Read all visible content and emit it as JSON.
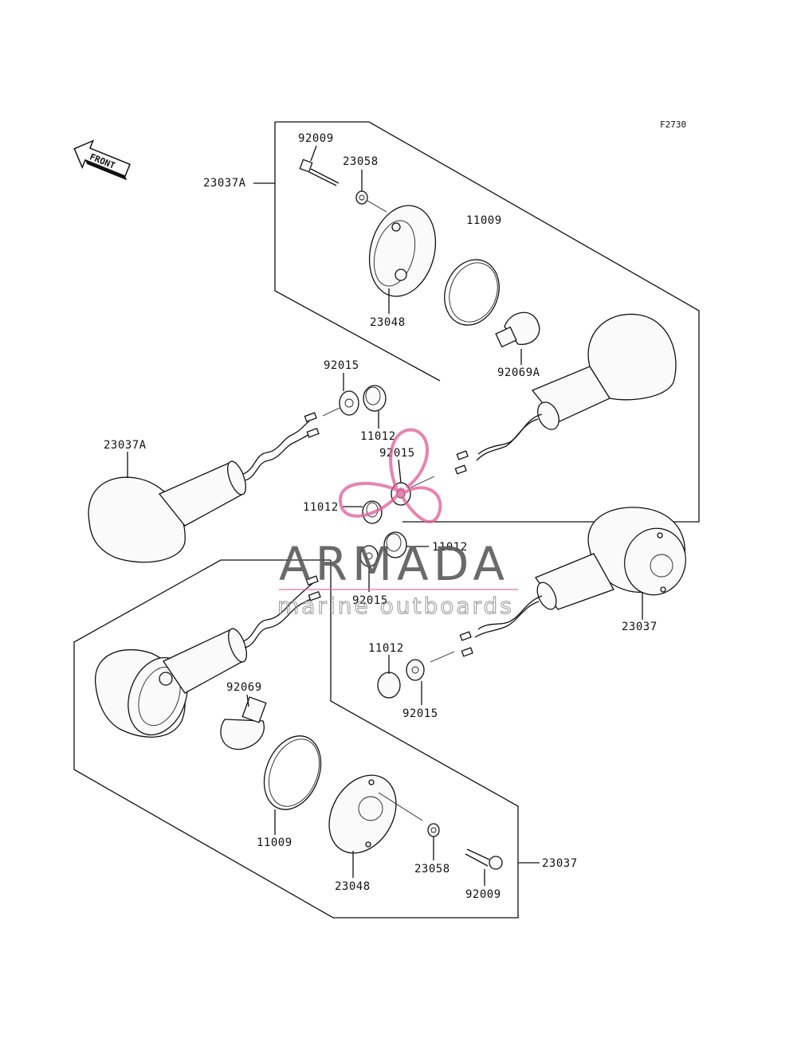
{
  "figure_id": "F2730",
  "front_arrow_label": "FRONT",
  "labels": {
    "l_92009_top": "92009",
    "l_23058_top": "23058",
    "l_23037A_box": "23037A",
    "l_11009_top": "11009",
    "l_23048_top": "23048",
    "l_92069A": "92069A",
    "l_92015_a": "92015",
    "l_11012_a": "11012",
    "l_23037A_left": "23037A",
    "l_92015_b": "92015",
    "l_11012_b": "11012",
    "l_11012_c": "11012",
    "l_92015_c": "92015",
    "l_23037_right": "23037",
    "l_11012_d": "11012",
    "l_92015_d": "92015",
    "l_92069": "92069",
    "l_11009_bot": "11009",
    "l_23048_bot": "23048",
    "l_23058_bot": "23058",
    "l_23037_box": "23037",
    "l_92009_bot": "92009"
  },
  "watermark": {
    "title": "ARMADA",
    "subtitle": "marine outboards",
    "accent_color": "#e0609a"
  }
}
